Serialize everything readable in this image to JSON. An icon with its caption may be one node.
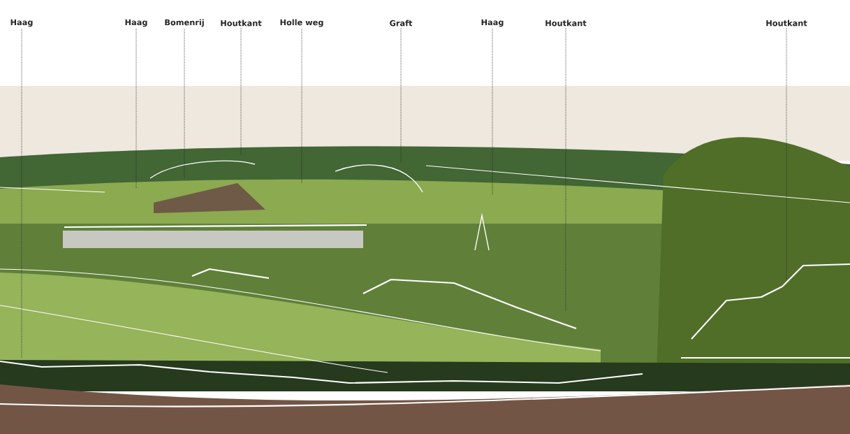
{
  "diagram": {
    "nodes": [
      {
        "text": [
          "Haag"
        ]
      },
      {
        "text": [
          "Haag"
        ]
      },
      {
        "text": [
          "Bomenrij"
        ]
      },
      {
        "text": [
          "Houtkant"
        ]
      },
      {
        "text": [
          "Holle weg"
        ]
      },
      {
        "text": [
          "Graft"
        ]
      },
      {
        "text": [
          "Haag"
        ]
      },
      {
        "text": [
          "Houtkant"
        ]
      },
      {
        "text": [
          "Houtkant"
        ]
      }
    ],
    "edges": [
      {
        "from": 0,
        "to": null,
        "arrow": "none"
      },
      {
        "from": 1,
        "to": null,
        "arrow": "none"
      },
      {
        "from": 2,
        "to": null,
        "arrow": "none"
      },
      {
        "from": 3,
        "to": null,
        "arrow": "none"
      },
      {
        "from": 4,
        "to": null,
        "arrow": "none"
      },
      {
        "from": 5,
        "to": null,
        "arrow": "none"
      },
      {
        "from": 6,
        "to": null,
        "arrow": "none"
      },
      {
        "from": 7,
        "to": null,
        "arrow": "none"
      },
      {
        "from": 8,
        "to": null,
        "arrow": "none"
      }
    ]
  }
}
